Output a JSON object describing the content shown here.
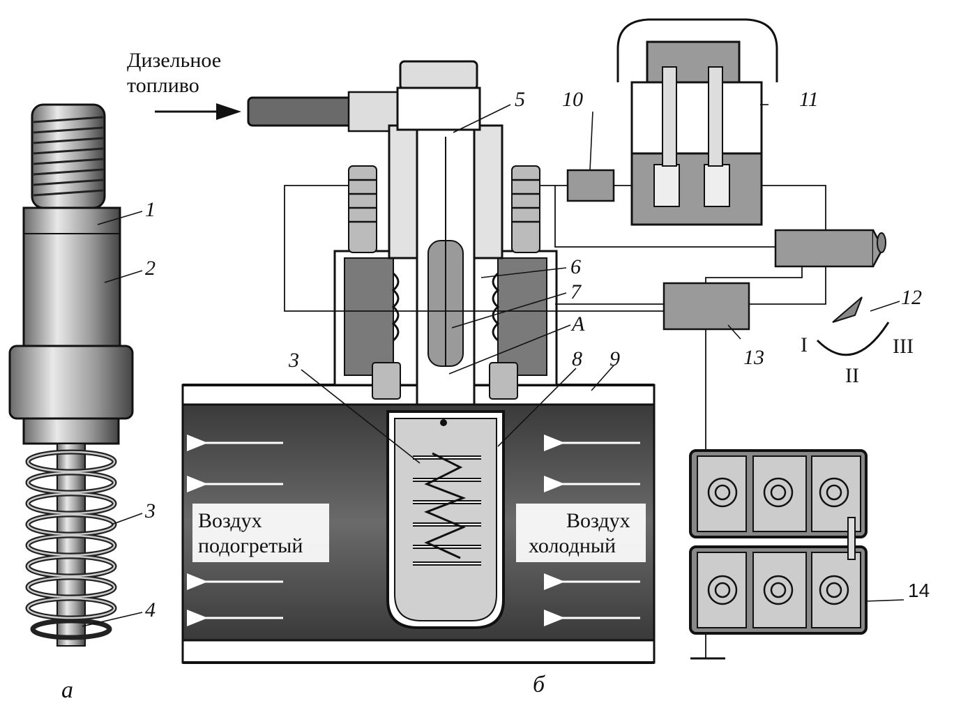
{
  "fuel_label_line1": "Дизельное",
  "fuel_label_line2": "топливо",
  "air_left_line1": "Воздух",
  "air_left_line2": "подогретый",
  "air_right_line1": "Воздух",
  "air_right_line2": "холодный",
  "caption_a": "а",
  "caption_b": "б",
  "callouts": {
    "c1": "1",
    "c2": "2",
    "c3a": "3",
    "c4": "4",
    "c5": "5",
    "c6": "6",
    "c7": "7",
    "cA": "А",
    "c3b": "3",
    "c8": "8",
    "c9": "9",
    "c10": "10",
    "c11": "11",
    "c12a": "12",
    "c12b": "12",
    "c13": "13",
    "c14": "14"
  },
  "switch_positions": {
    "p1": "I",
    "p2": "II",
    "p3": "III"
  },
  "colors": {
    "ink": "#111111",
    "dark_fill": "#5a5a5a",
    "mid_fill": "#9a9a9a",
    "light_fill": "#cfcfcf",
    "paper": "#ffffff"
  }
}
